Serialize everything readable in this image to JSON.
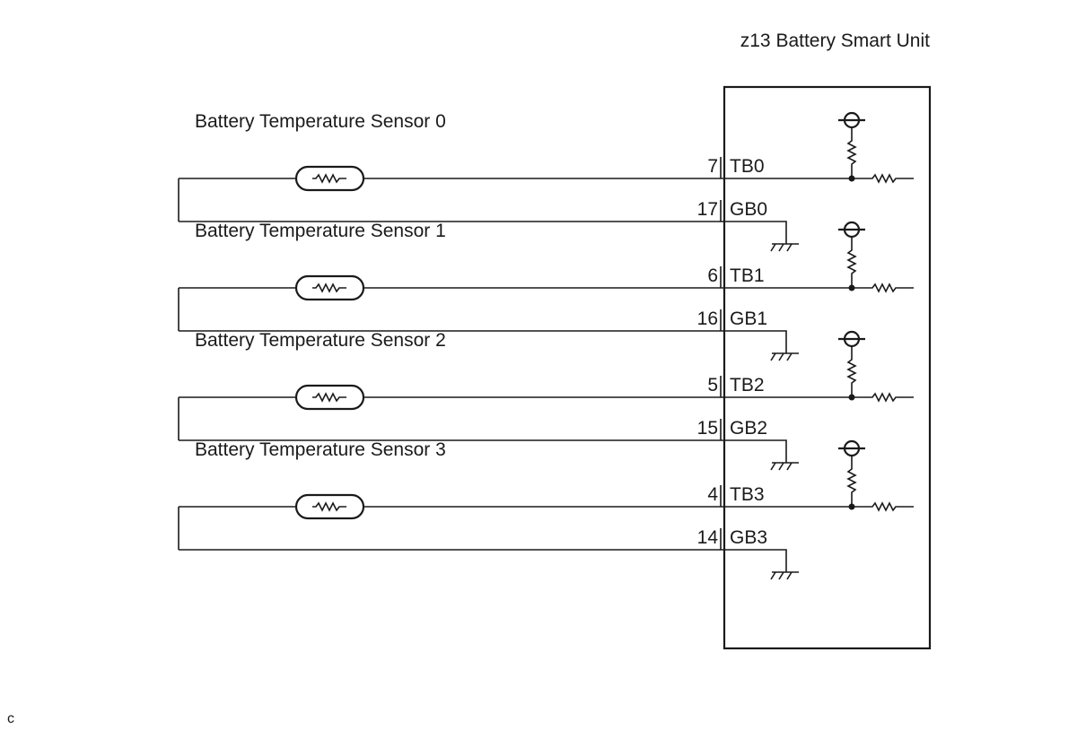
{
  "unit": {
    "title": "z13 Battery Smart Unit"
  },
  "sensors": [
    {
      "label": "Battery Temperature Sensor 0",
      "t_pin": "7",
      "t_name": "TB0",
      "g_pin": "17",
      "g_name": "GB0"
    },
    {
      "label": "Battery Temperature Sensor 1",
      "t_pin": "6",
      "t_name": "TB1",
      "g_pin": "16",
      "g_name": "GB1"
    },
    {
      "label": "Battery Temperature Sensor 2",
      "t_pin": "5",
      "t_name": "TB2",
      "g_pin": "15",
      "g_name": "GB2"
    },
    {
      "label": "Battery Temperature Sensor 3",
      "t_pin": "4",
      "t_name": "TB3",
      "g_pin": "14",
      "g_name": "GB3"
    }
  ],
  "corner_mark": "c"
}
